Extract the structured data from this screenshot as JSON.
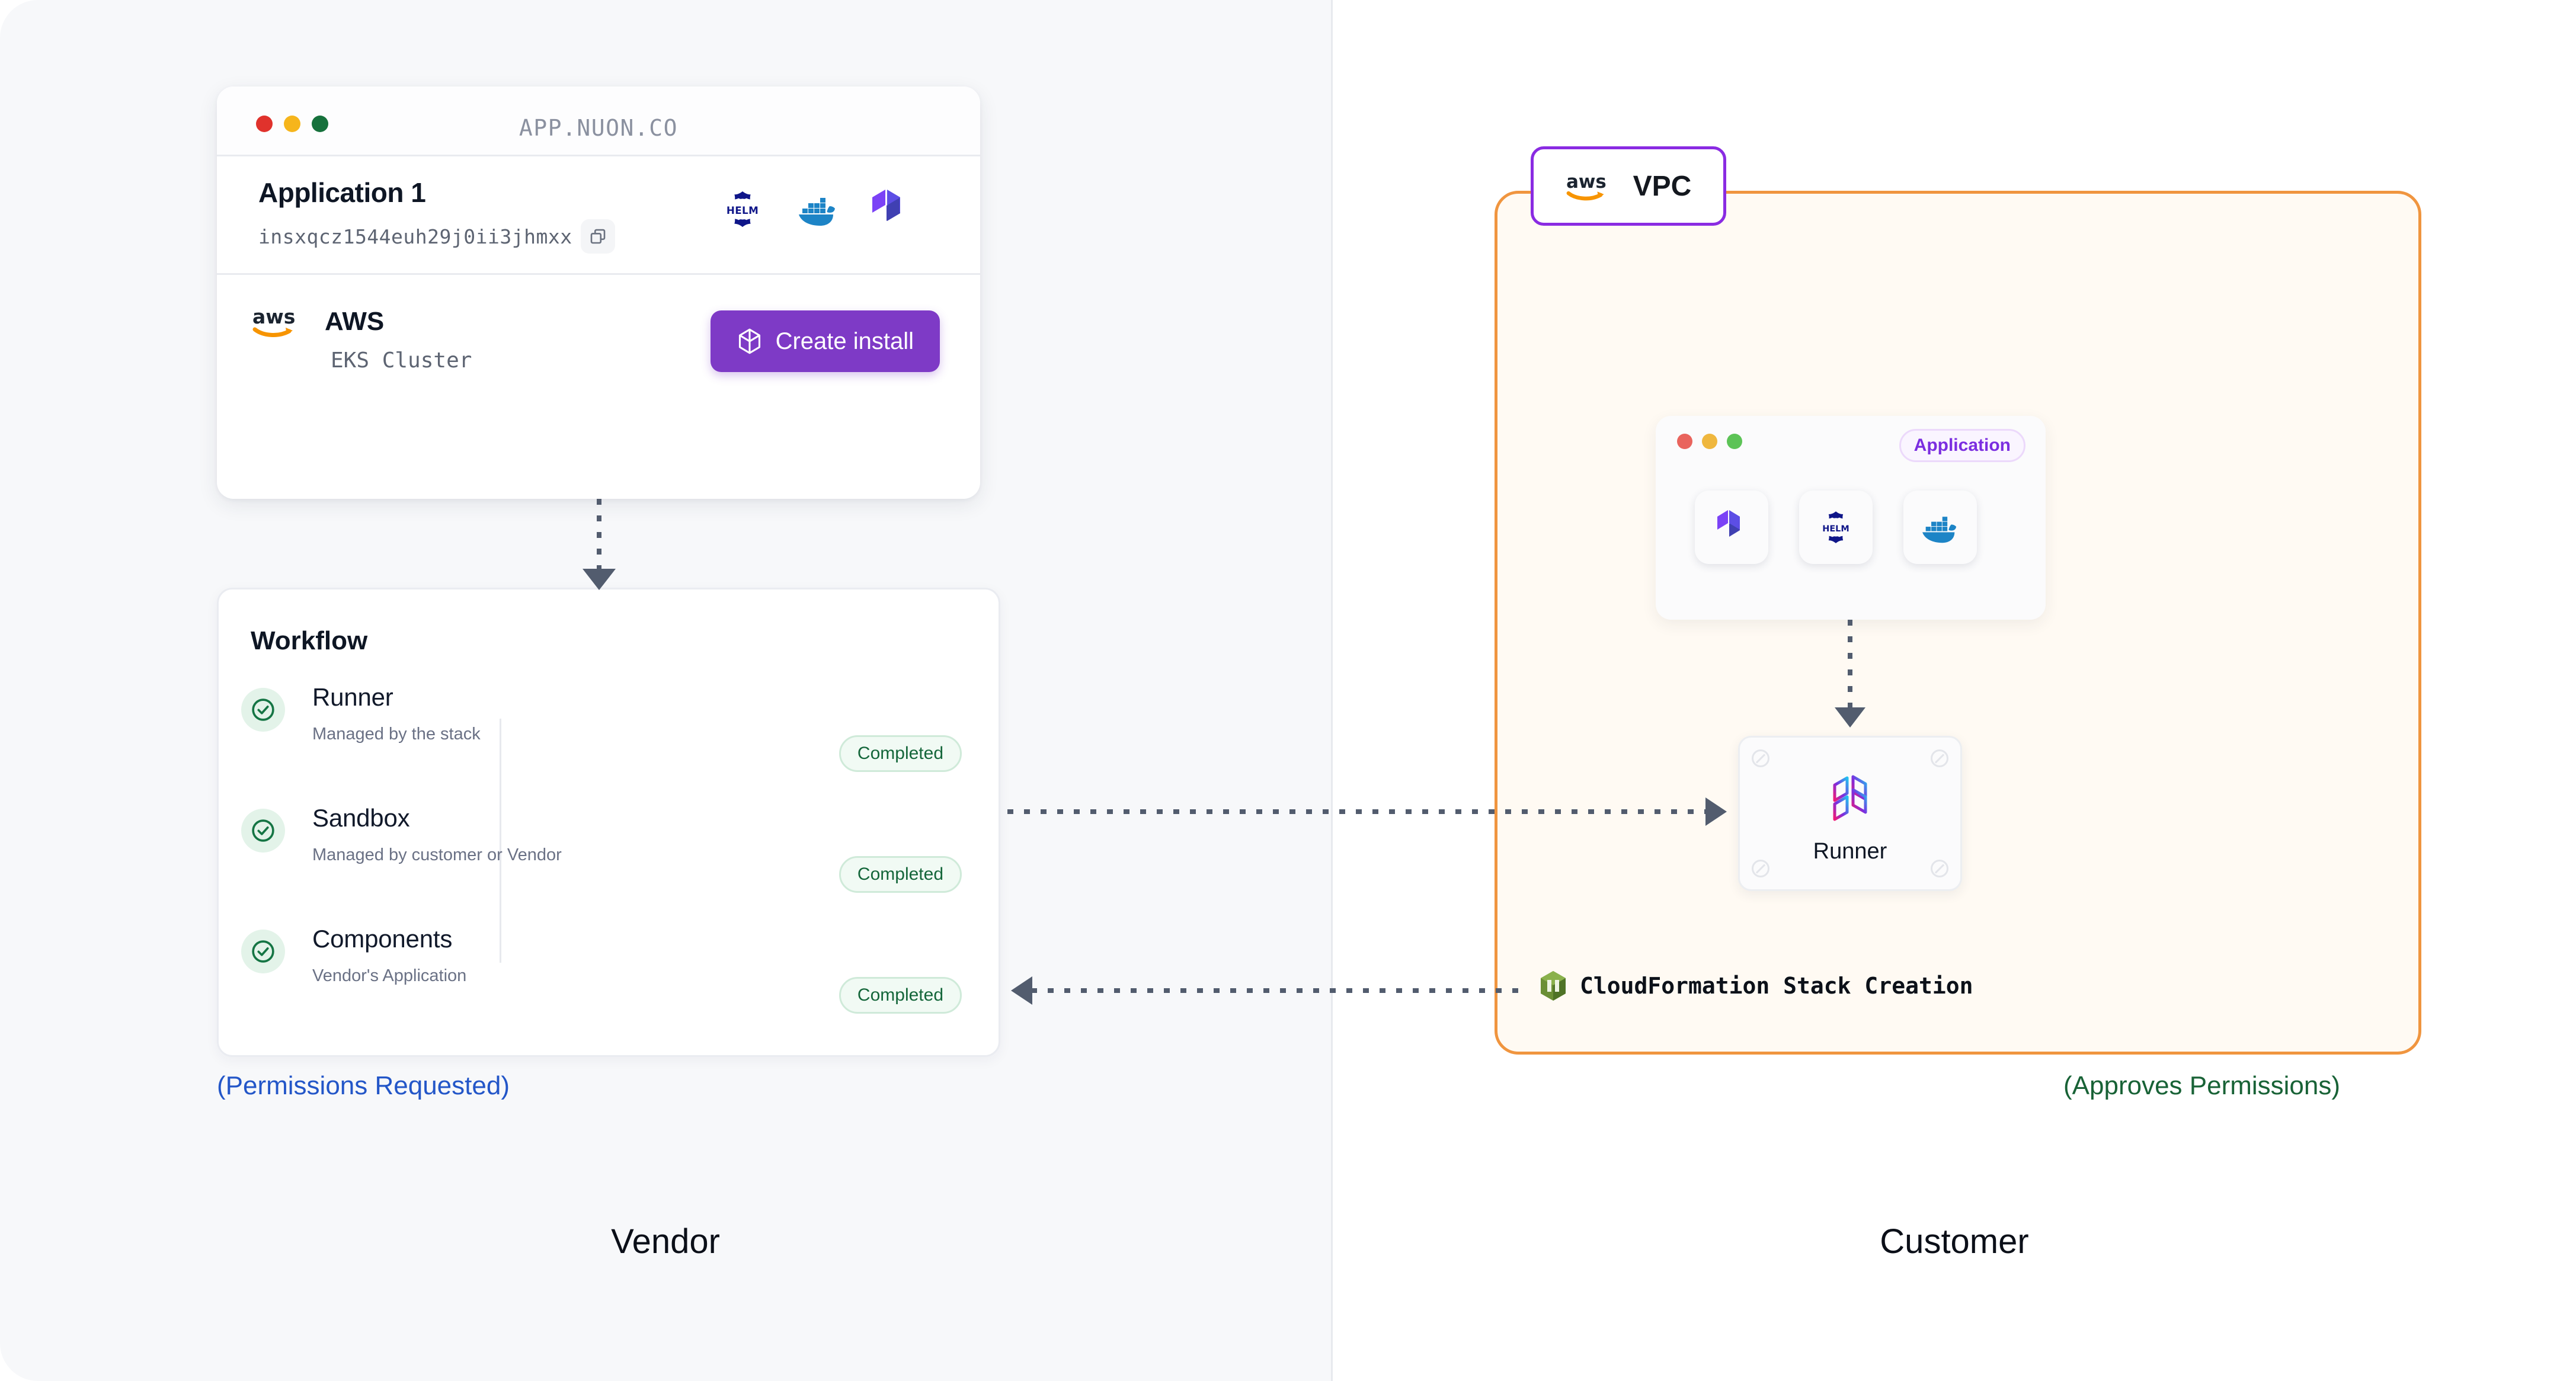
{
  "panes": {
    "left_label": "Vendor",
    "right_label": "Customer",
    "left_note": "(Permissions Requested)",
    "right_note": "(Approves Permissions)"
  },
  "browser": {
    "url": "APP.NUON.CO",
    "traffic_lights": [
      "close-red",
      "minimize-yellow",
      "maximize-green"
    ],
    "app_title": "Application 1",
    "app_id": "insxqcz1544euh29j0ii3jhmxx",
    "copy_icon": "copy-icon",
    "tech_icons": [
      "helm-icon",
      "docker-icon",
      "terraform-icon"
    ],
    "provider": {
      "logo": "aws-logo",
      "name": "AWS",
      "subtitle": "EKS Cluster"
    },
    "cta": {
      "label": "Create install",
      "icon": "cube-icon",
      "color": "#7e3ac6"
    }
  },
  "workflow": {
    "title": "Workflow",
    "steps": [
      {
        "name": "Runner",
        "desc": "Managed by the stack",
        "status": "Completed",
        "icon": "check-circle-icon"
      },
      {
        "name": "Sandbox",
        "desc": "Managed by customer or Vendor",
        "status": "Completed",
        "icon": "check-circle-icon"
      },
      {
        "name": "Components",
        "desc": "Vendor's Application",
        "status": "Completed",
        "icon": "check-circle-icon"
      }
    ]
  },
  "vpc": {
    "label": "VPC",
    "logo": "aws-logo",
    "border_color": "#f0953f",
    "label_border_color": "#8a2be2"
  },
  "app_window": {
    "badge": "Application",
    "traffic_lights": [
      "close-red",
      "minimize-yellow",
      "maximize-green"
    ],
    "tiles": [
      "terraform-icon",
      "helm-icon",
      "docker-icon"
    ]
  },
  "runner": {
    "label": "Runner",
    "logo": "nuon-hexagon-icon"
  },
  "cloudformation": {
    "label": "CloudFormation Stack Creation",
    "icon": "aws-cloudformation-icon"
  },
  "colors": {
    "accent_purple": "#7e3ac6",
    "vpc_orange": "#f0953f",
    "status_green": "#14663a",
    "link_blue": "#2356c8",
    "note_green": "#186236",
    "arrow_gray": "#525c6e"
  }
}
